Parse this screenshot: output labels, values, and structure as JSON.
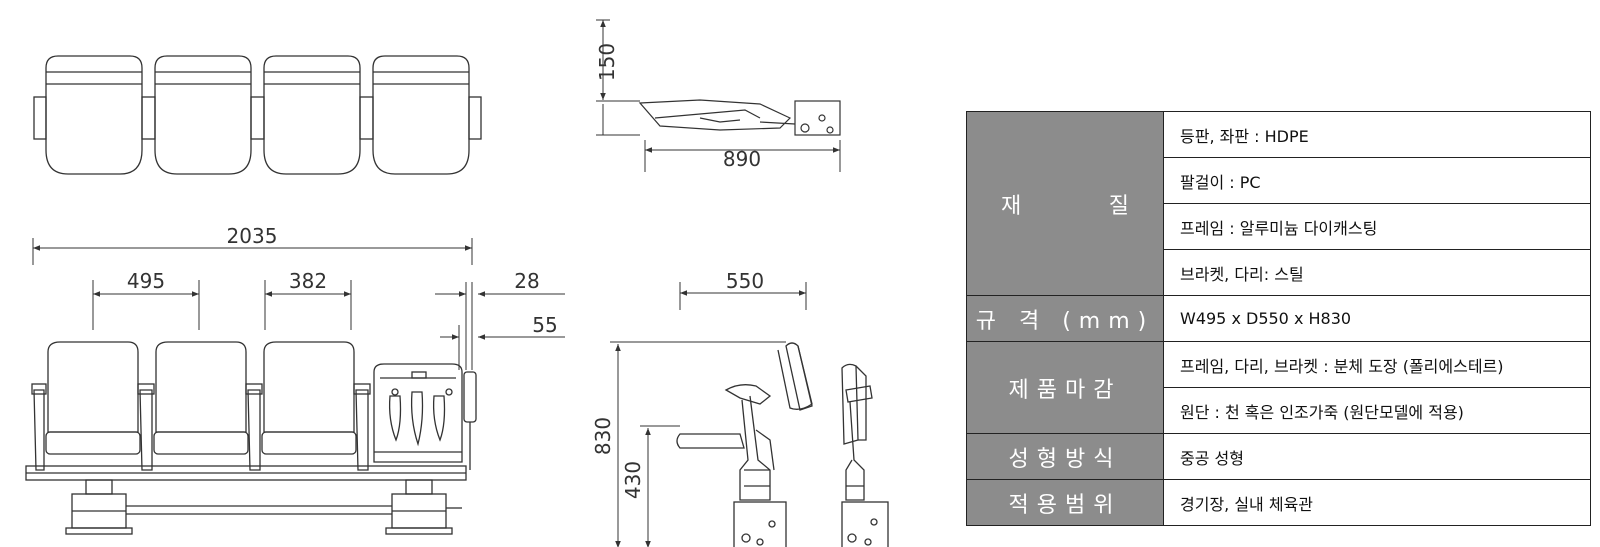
{
  "dimensions": {
    "side_height": "150",
    "side_depth": "890",
    "total_width": "2035",
    "seat_width": "495",
    "seat_gap": "382",
    "arm_width": "28",
    "arm_offset": "55",
    "depth": "550",
    "overall_height": "830",
    "seat_height": "430"
  },
  "specs": {
    "material": {
      "label_left": "재",
      "label_right": "질",
      "rows": [
        "등판, 좌판 : HDPE",
        "팔걸이 : PC",
        "프레임 : 알루미늄 다이캐스팅",
        "브라켓, 다리: 스틸"
      ]
    },
    "size": {
      "label": "규 격 (mm)",
      "value": "W495 x D550 x H830"
    },
    "finish": {
      "label": "제품마감",
      "rows": [
        "프레임, 다리, 브라켓 : 분체 도장 (폴리에스테르)",
        "원단 : 천 혹은 인조가죽 (원단모델에 적용)"
      ]
    },
    "molding": {
      "label": "성형방식",
      "value": "중공 성형"
    },
    "usage": {
      "label": "적용범위",
      "value": "경기장, 실내 체육관"
    }
  },
  "colors": {
    "line": "#333333",
    "header_bg": "#8c8c8c",
    "header_text": "#ffffff"
  }
}
